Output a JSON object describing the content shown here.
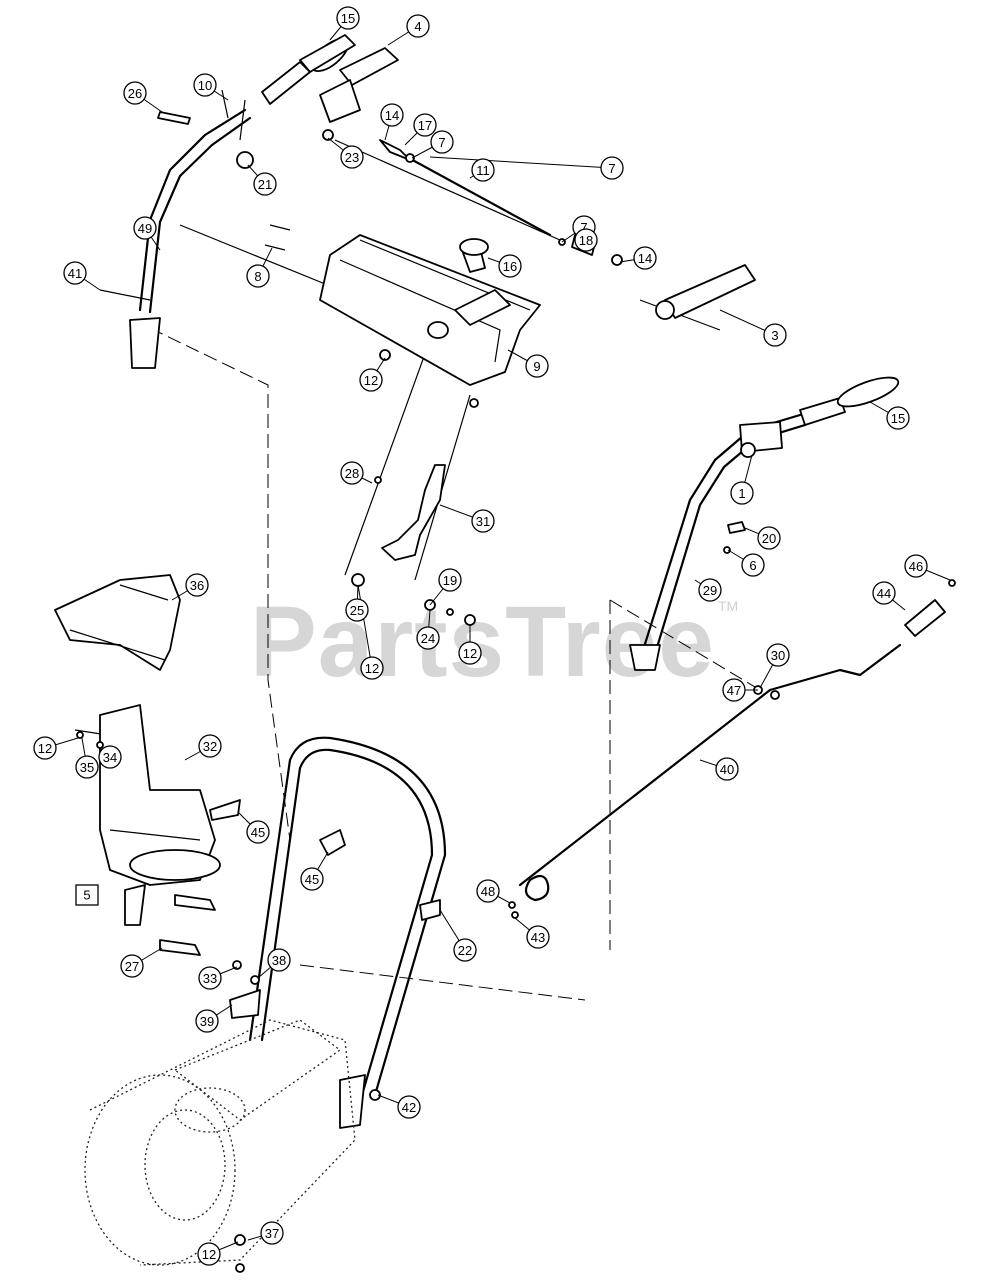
{
  "watermark": {
    "text": "PartsTree",
    "trademark": "TM"
  },
  "assembly_box_label": "5",
  "callouts": [
    "1",
    "3",
    "4",
    "6",
    "7",
    "7",
    "7",
    "8",
    "9",
    "10",
    "11",
    "12",
    "12",
    "12",
    "12",
    "12",
    "14",
    "14",
    "15",
    "15",
    "16",
    "17",
    "18",
    "19",
    "20",
    "21",
    "22",
    "23",
    "24",
    "25",
    "26",
    "27",
    "28",
    "29",
    "30",
    "31",
    "32",
    "33",
    "34",
    "35",
    "36",
    "37",
    "38",
    "39",
    "40",
    "41",
    "42",
    "43",
    "44",
    "45",
    "45",
    "46",
    "47",
    "48",
    "49"
  ]
}
